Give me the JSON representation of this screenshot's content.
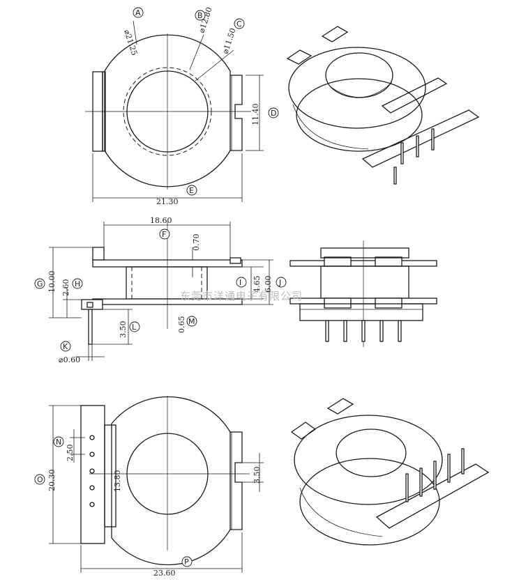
{
  "watermark": "东莞市洋通电子有限公司",
  "views": {
    "top": {
      "dims": {
        "outer_dia": "⌀21.25",
        "dash_dia": "⌀12.80",
        "inner_dia": "⌀11.50",
        "height": "11.40",
        "width": "21.30"
      },
      "labels": {
        "a": "A",
        "b": "B",
        "c": "C",
        "d": "D",
        "e": "E"
      }
    },
    "side": {
      "dims": {
        "width": "18.60",
        "flange": "0.70",
        "total_height": "10.00",
        "base_height": "2.60",
        "inner_height": "4.65",
        "outer_height": "6.00",
        "pin_offset": "0.65",
        "pin_length": "3.50",
        "pin_dia": "⌀0.60"
      },
      "labels": {
        "f": "F",
        "g": "G",
        "h": "H",
        "i": "I",
        "j": "J",
        "k": "K",
        "l": "L",
        "m": "M"
      }
    },
    "bottom": {
      "dims": {
        "pitch": "2.50",
        "span": "20.30",
        "row": "13.80",
        "tab": "3.50",
        "width": "23.60"
      },
      "labels": {
        "n": "N",
        "o": "O",
        "p": "P"
      }
    }
  }
}
